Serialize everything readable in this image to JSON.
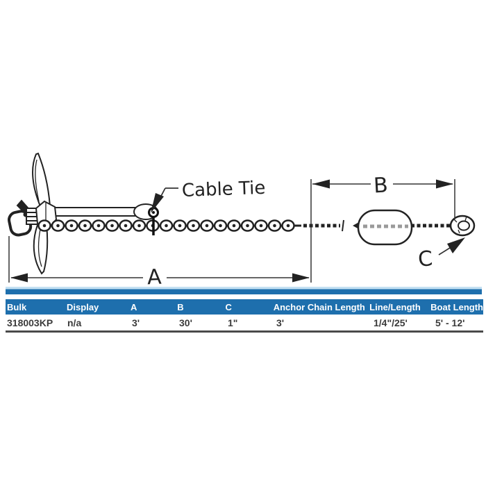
{
  "diagram": {
    "labels": {
      "cable_tie": "Cable Tie",
      "dim_a": "A",
      "dim_b": "B",
      "dim_c": "C"
    }
  },
  "colors": {
    "accent_blue": "#1e6fad",
    "accent_blue_light": "#c3e0f2",
    "line_art": "#222222",
    "table_value_text": "#3b3b3b"
  },
  "table": {
    "headers": [
      "Bulk",
      "Display",
      "A",
      "B",
      "C",
      "Anchor Chain Length",
      "Line/Length",
      "Boat Length"
    ],
    "row": [
      "318003KP",
      "n/a",
      "3'",
      "30'",
      "1\"",
      "3'",
      "1/4\"/25'",
      "5' - 12'"
    ]
  }
}
